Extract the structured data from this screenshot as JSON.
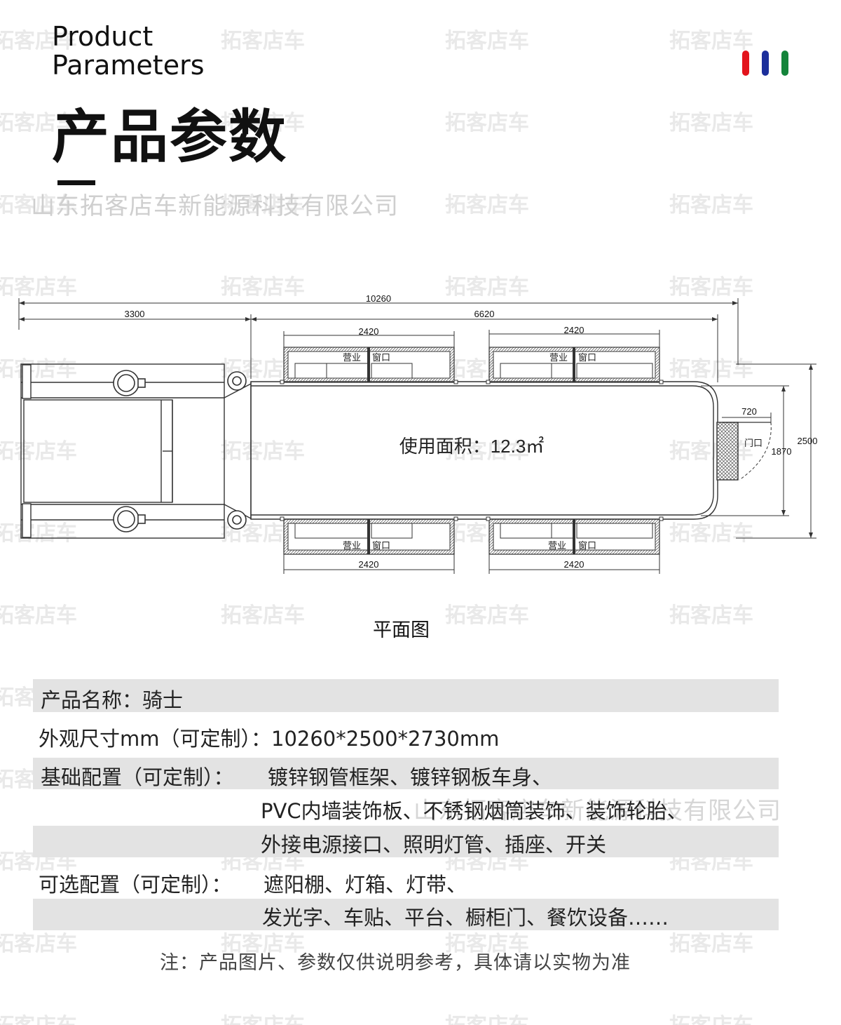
{
  "header": {
    "title_en_line1": "Product",
    "title_en_line2": "Parameters",
    "title_cn": "产品参数"
  },
  "colors": {
    "flag_red": "#e3141c",
    "flag_blue": "#1c2f9b",
    "flag_green": "#14843a",
    "row_background": "#e3e3e3"
  },
  "watermark": {
    "brand": "拓客店车",
    "company": "山东拓客店车新能源科技有限公司"
  },
  "floorplan": {
    "dim_total_length": "10260",
    "dim_front": "3300",
    "dim_body": "6620",
    "dim_window_top_left": "2420",
    "dim_window_top_right": "2420",
    "dim_window_bottom_left": "2420",
    "dim_window_bottom_right": "2420",
    "dim_door_width": "720",
    "dim_height_inner": "1870",
    "dim_width": "2500",
    "area_label": "使用面积：12.3㎡",
    "window_label_business": "营业",
    "window_label_window": "窗口",
    "door_label": "门口",
    "caption": "平面图"
  },
  "specs": {
    "name": "产品名称：骑士",
    "size": "外观尺寸mm（可定制）：10260*2500*2730mm",
    "base_config_label": "基础配置（可定制）：",
    "base_config_line1": "镀锌钢管框架、镀锌钢板车身、",
    "base_config_line2": "PVC内墙装饰板、不锈钢烟筒装饰、装饰轮胎、",
    "base_config_line3": "外接电源接口、照明灯管、插座、开关",
    "optional_config_label": "可选配置（可定制）：",
    "optional_config_line1": "遮阳棚、灯箱、灯带、",
    "optional_config_line2": "发光字、车贴、平台、橱柜门、餐饮设备……"
  },
  "note": "注：产品图片、参数仅供说明参考，具体请以实物为准"
}
